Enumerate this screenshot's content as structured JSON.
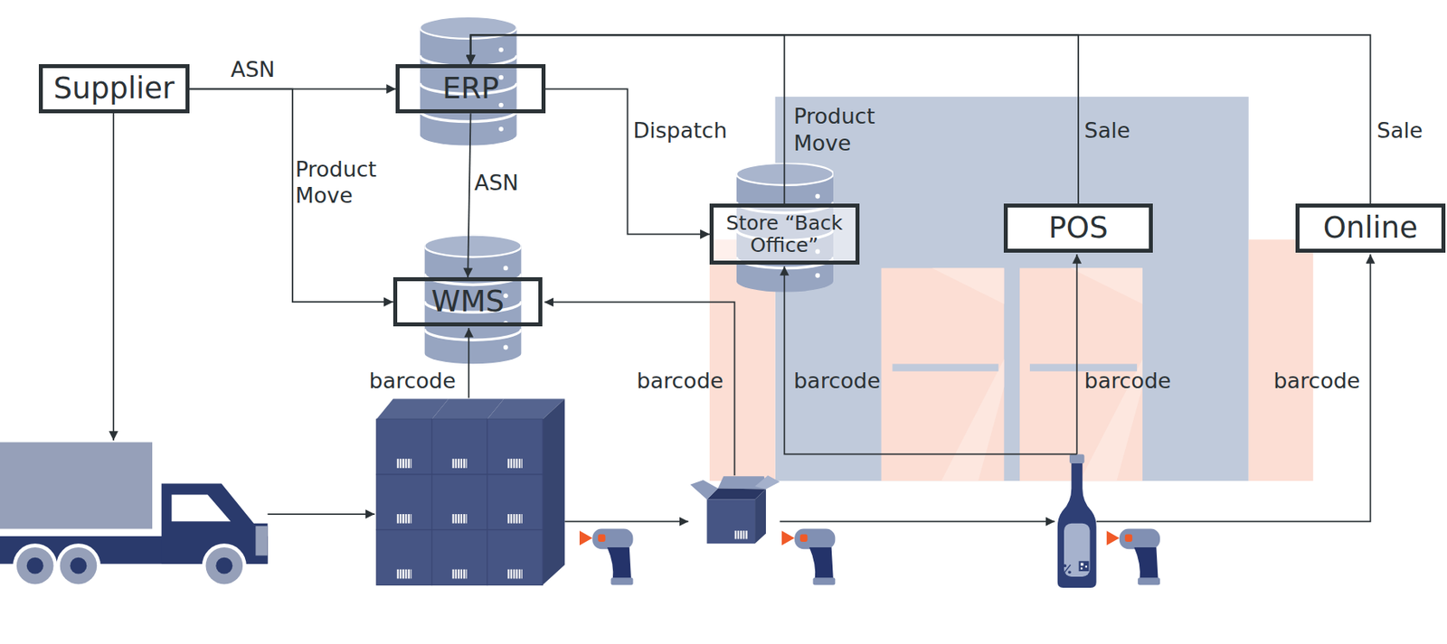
{
  "diagram": {
    "nodes": [
      {
        "text": [
          "Supplier"
        ]
      },
      {
        "text": [
          "ERP"
        ]
      },
      {
        "text": [
          "WMS"
        ]
      },
      {
        "text": [
          "Store “Back Office”"
        ]
      },
      {
        "text": [
          "POS"
        ]
      },
      {
        "text": [
          "Online"
        ]
      }
    ],
    "edges": [
      {
        "from": 0,
        "to": 1,
        "label": "ASN",
        "arrow": "to"
      },
      {
        "from": 0,
        "to": 2,
        "label": "Product Move",
        "arrow": "to"
      },
      {
        "from": 1,
        "to": 2,
        "label": "ASN",
        "arrow": "to"
      },
      {
        "from": 1,
        "to": 3,
        "label": "Dispatch",
        "arrow": "to"
      },
      {
        "from": 3,
        "to": 1,
        "label": "Product Move",
        "arrow": "to"
      },
      {
        "from": 4,
        "to": 1,
        "label": "Sale",
        "arrow": "to"
      },
      {
        "from": 5,
        "to": 1,
        "label": "Sale",
        "arrow": "to"
      }
    ],
    "labels": [
      "barcode",
      "barcode",
      "barcode",
      "barcode",
      "barcode"
    ]
  }
}
